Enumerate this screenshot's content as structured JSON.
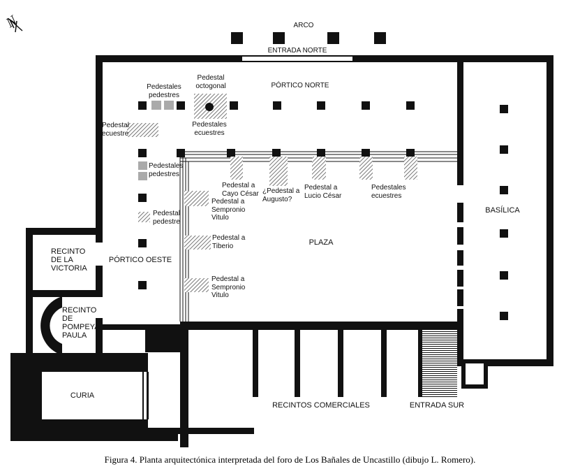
{
  "labels": {
    "arco": "ARCO",
    "entrada_norte": "ENTRADA NORTE",
    "portico_norte": "PÓRTICO NORTE",
    "pedestal_octogonal": "Pedestal\noctogonal",
    "pedestales_pedestres_top": "Pedestales\npedestres",
    "pedestal_ecuestre": "Pedestal\necuestre",
    "pedestales_ecuestres_top": "Pedestales\necuestres",
    "pedestales_pedestres_left": "Pedestales\npedestres",
    "pedestal_pedestre": "Pedestal\npedestre",
    "pedestal_cayo_cesar": "Pedestal a\nCayo César",
    "pedestal_augusto": "¿Pedestal a\nAugusto?",
    "pedestal_lucio_cesar": "Pedestal a\nLucio César",
    "pedestales_ecuestres_right": "Pedestales\necuestres",
    "pedestal_sempronio_1": "Pedestal a\nSempronio\nVitulo",
    "pedestal_tiberio": "Pedestal a\nTiberio",
    "pedestal_sempronio_2": "Pedestal a\nSempronio\nVitulo",
    "plaza": "PLAZA",
    "portico_oeste": "PÓRTICO OESTE",
    "basilica": "BASÍLICA",
    "recinto_victoria": "RECINTO\nDE LA\nVICTORIA",
    "recinto_pompeya": "RECINTO\nDE\nPOMPEYA\nPAULA",
    "curia": "CURIA",
    "recintos_comerciales": "RECINTOS COMERCIALES",
    "entrada_sur": "ENTRADA SUR",
    "north_arrow": "N"
  },
  "caption": "Figura 4. Planta arquitectónica interpretada del foro de Los Bañales de Uncastillo (dibujo L. Romero)."
}
